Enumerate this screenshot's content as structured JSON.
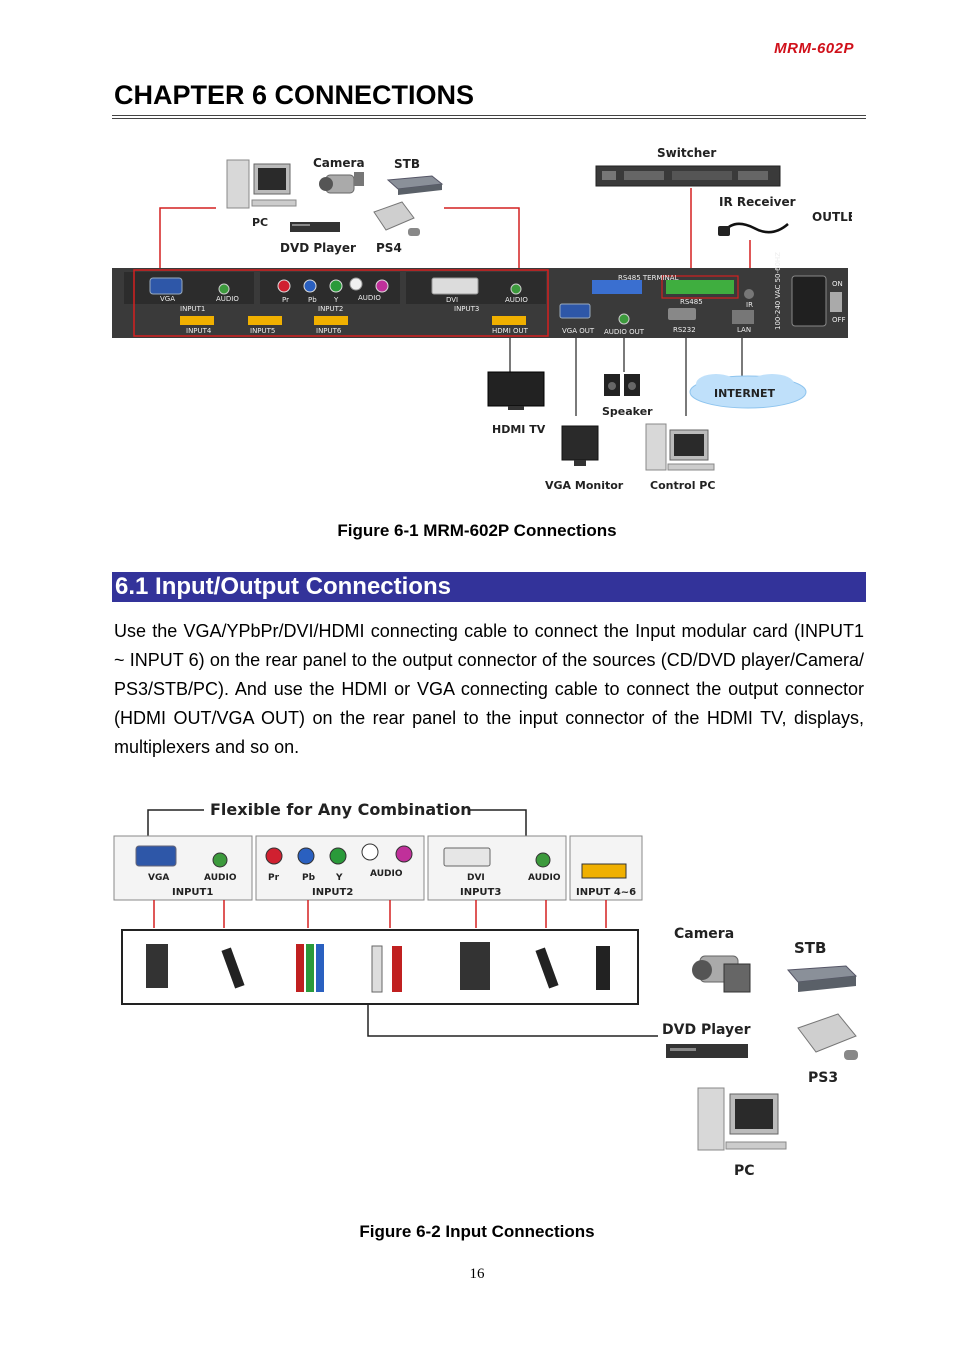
{
  "header": {
    "model": "MRM-602P"
  },
  "chapter_title": "CHAPTER 6 CONNECTIONS",
  "figure1": {
    "labels": {
      "camera": "Camera",
      "stb": "STB",
      "pc": "PC",
      "dvd": "DVD Player",
      "ps4": "PS4",
      "switcher": "Switcher",
      "ir_receiver": "IR Receiver",
      "outlet": "OUTLET",
      "hdmi_tv": "HDMI TV",
      "speaker": "Speaker",
      "internet": "INTERNET",
      "vga_monitor": "VGA Monitor",
      "control_pc": "Control PC"
    },
    "panel": {
      "vga": "VGA",
      "audio": "AUDIO",
      "pr": "Pr",
      "pb": "Pb",
      "y": "Y",
      "dvi": "DVI",
      "input1": "INPUT1",
      "input2": "INPUT2",
      "input3": "INPUT3",
      "input4": "INPUT4",
      "input5": "INPUT5",
      "input6": "INPUT6",
      "hdmi_out": "HDMI OUT",
      "vga_out": "VGA OUT",
      "audio_out": "AUDIO OUT",
      "rs485_terminal": "RS485 TERMINAL",
      "rs485": "RS485",
      "rs232": "RS232",
      "ir": "IR",
      "lan": "LAN",
      "on": "ON",
      "off": "OFF",
      "power_rating": "100-240 VAC 50-60HZ"
    },
    "caption": "Figure 6-1 MRM-602P Connections"
  },
  "section": {
    "title": "6.1 Input/Output Connections",
    "paragraph": "Use the VGA/YPbPr/DVI/HDMI connecting cable to connect the Input modular card (INPUT1 ~ INPUT 6) on the rear panel to the output connector of the sources (CD/DVD player/Camera/ PS3/STB/PC). And use the HDMI or VGA connecting cable to connect the output connector (HDMI OUT/VGA OUT) on the rear panel to the input connector of the HDMI TV, displays, multiplexers and so on."
  },
  "figure2": {
    "heading": "Flexible for Any Combination",
    "cards": {
      "vga": "VGA",
      "audio": "AUDIO",
      "input1": "INPUT1",
      "pr": "Pr",
      "pb": "Pb",
      "y": "Y",
      "input2": "INPUT2",
      "dvi": "DVI",
      "input3": "INPUT3",
      "input46": "INPUT 4~6"
    },
    "devices": {
      "camera": "Camera",
      "stb": "STB",
      "dvd": "DVD Player",
      "ps3": "PS3",
      "pc": "PC"
    },
    "caption": "Figure 6-2 Input Connections"
  },
  "page_number": "16",
  "colors": {
    "section_bar": "#33339a",
    "header_tag": "#d0101a",
    "cable_red": "#d42020",
    "panel": "#3a3a3a"
  }
}
